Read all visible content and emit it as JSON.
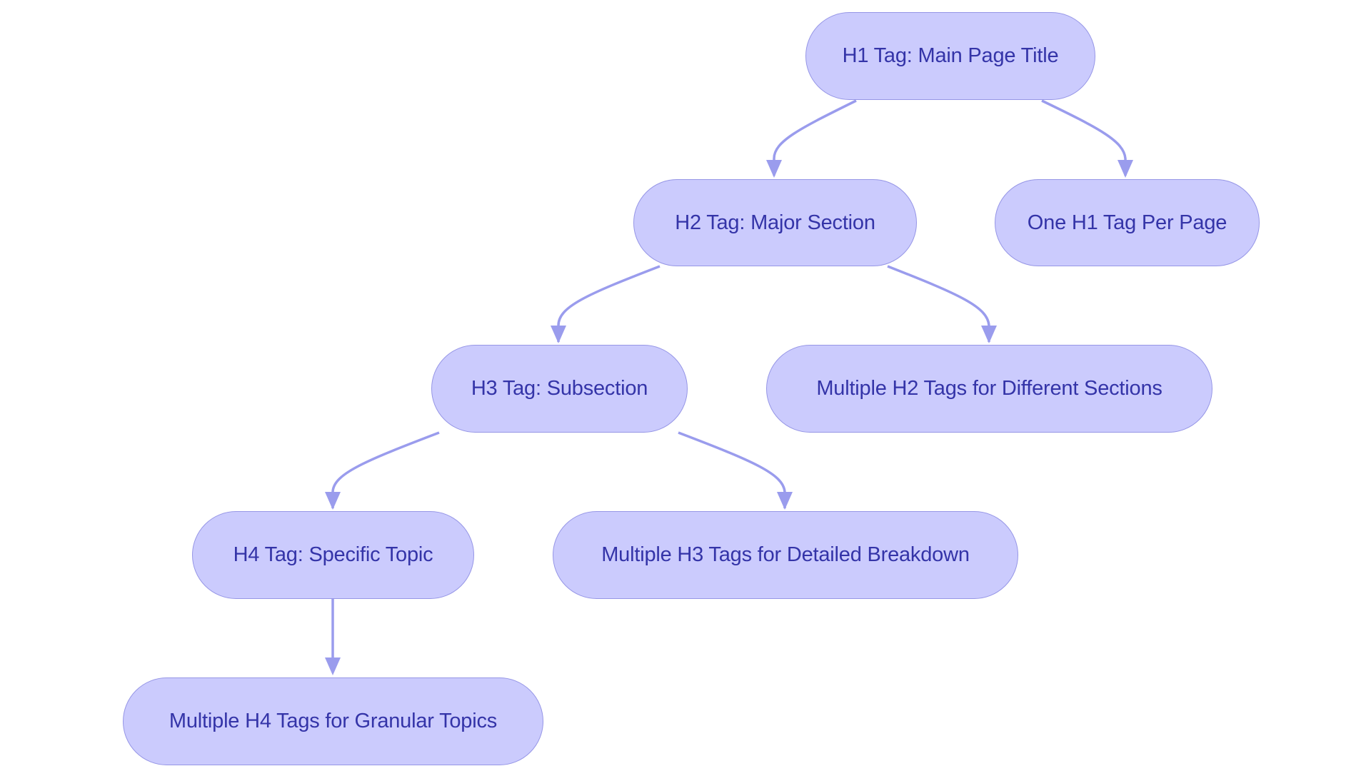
{
  "colors": {
    "node_fill": "#cbcbfd",
    "node_border": "#9696e6",
    "node_text": "#3434a8",
    "edge": "#9a9ced"
  },
  "nodes": {
    "h1": "H1 Tag: Main Page Title",
    "h2": "H2 Tag: Major Section",
    "one_h1": "One H1 Tag Per Page",
    "h3": "H3 Tag: Subsection",
    "multi_h2": "Multiple H2 Tags for Different Sections",
    "h4": "H4 Tag: Specific Topic",
    "multi_h3": "Multiple H3 Tags for Detailed Breakdown",
    "multi_h4": "Multiple H4 Tags for Granular Topics"
  },
  "edges": [
    {
      "from": "h1",
      "to": "h2"
    },
    {
      "from": "h1",
      "to": "one_h1"
    },
    {
      "from": "h2",
      "to": "h3"
    },
    {
      "from": "h2",
      "to": "multi_h2"
    },
    {
      "from": "h3",
      "to": "h4"
    },
    {
      "from": "h3",
      "to": "multi_h3"
    },
    {
      "from": "h4",
      "to": "multi_h4"
    }
  ]
}
